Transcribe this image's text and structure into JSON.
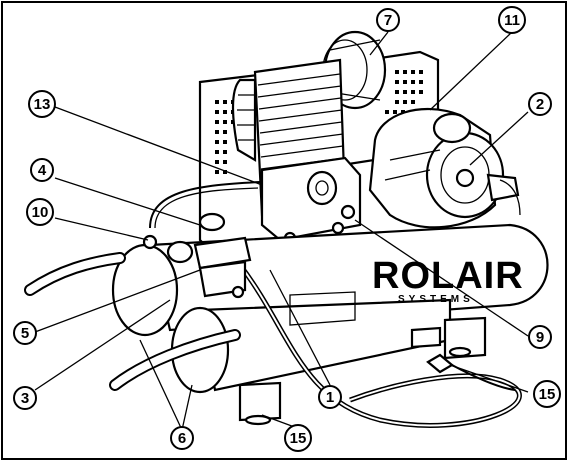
{
  "brand": {
    "name": "ROLAIR",
    "subtitle": "SYSTEMS"
  },
  "callouts": [
    {
      "id": "c1",
      "label": "1"
    },
    {
      "id": "c2",
      "label": "2"
    },
    {
      "id": "c3",
      "label": "3"
    },
    {
      "id": "c4",
      "label": "4"
    },
    {
      "id": "c5",
      "label": "5"
    },
    {
      "id": "c6",
      "label": "6"
    },
    {
      "id": "c7",
      "label": "7"
    },
    {
      "id": "c9",
      "label": "9"
    },
    {
      "id": "c10",
      "label": "10"
    },
    {
      "id": "c11",
      "label": "11"
    },
    {
      "id": "c13",
      "label": "13"
    },
    {
      "id": "c15a",
      "label": "15"
    },
    {
      "id": "c15b",
      "label": "15"
    }
  ]
}
